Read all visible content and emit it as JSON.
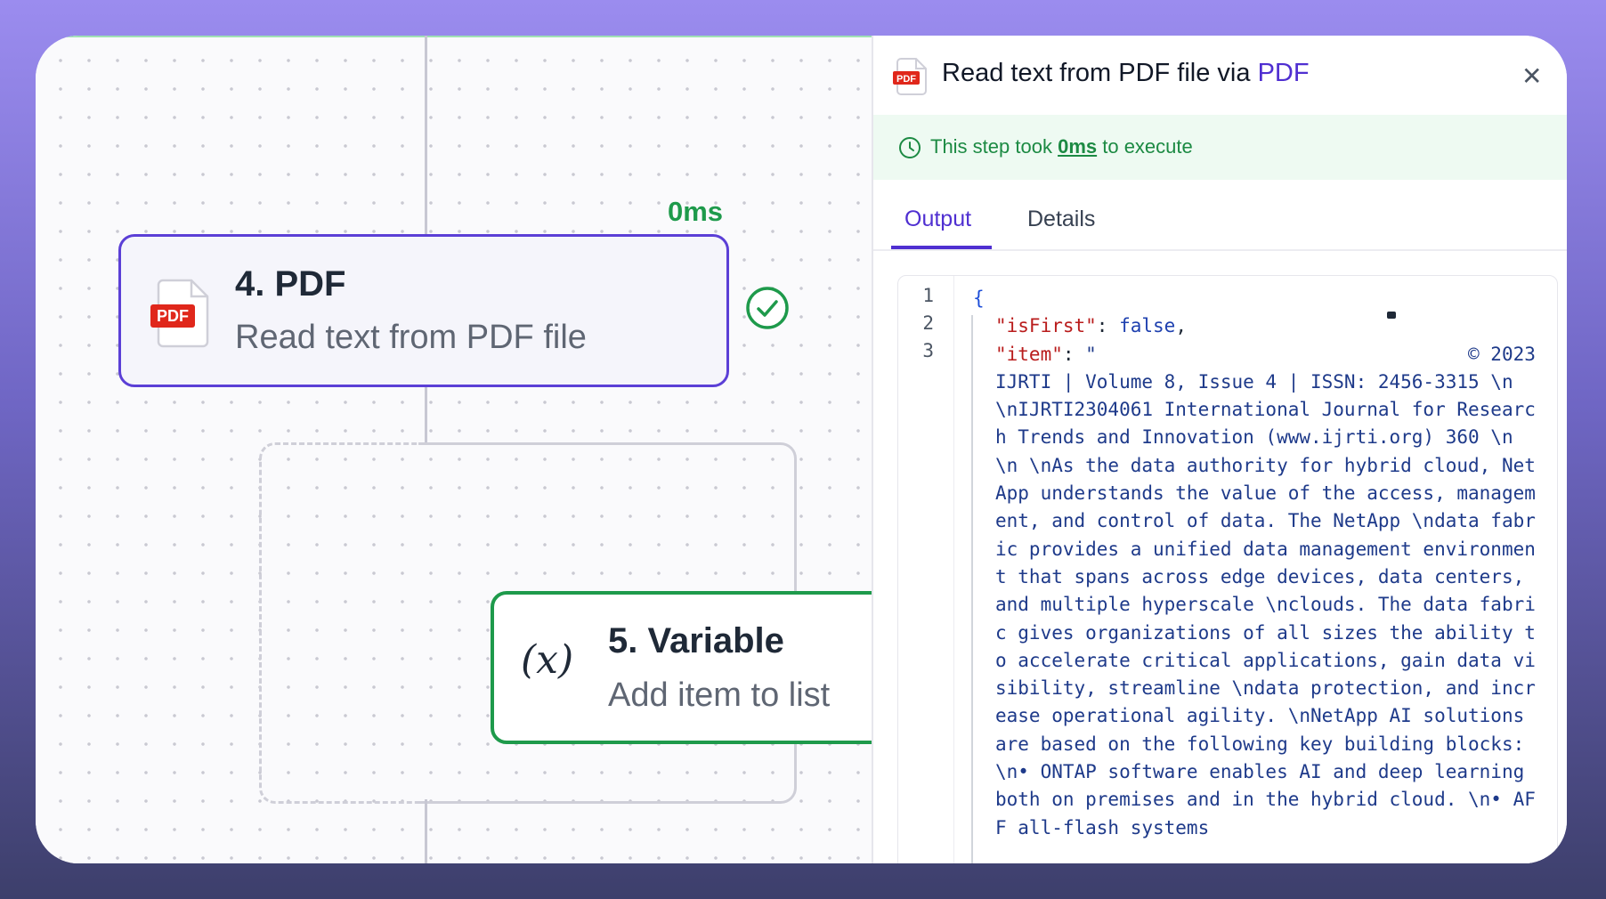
{
  "canvas": {
    "timing_label": "0ms",
    "node_pdf": {
      "title": "4. PDF",
      "subtitle": "Read text from PDF file",
      "badge": "PDF",
      "icon": "pdf-file-icon"
    },
    "node_variable": {
      "title": "5. Variable",
      "subtitle": "Add item to list",
      "icon_text": "(x)"
    },
    "status_icon": "check-circle-icon",
    "colors": {
      "pdf_border": "#5b3fd6",
      "variable_border": "#1e9a4b",
      "success": "#1e9a4b"
    }
  },
  "panel": {
    "title_prefix": "Read text from PDF file via ",
    "title_accent": "PDF",
    "header_badge": "PDF",
    "close_label": "✕",
    "exec": {
      "prefix": "This step took ",
      "value": "0ms",
      "suffix": " to execute"
    },
    "tabs": [
      {
        "label": "Output",
        "active": true
      },
      {
        "label": "Details",
        "active": false
      }
    ],
    "code": {
      "line_numbers": [
        "1",
        "2",
        "3"
      ],
      "open_brace": "{",
      "is_first_key": "\"isFirst\"",
      "is_first_value": "false",
      "item_key": "\"item\"",
      "item_value": "\"                                 © 2023 IJRTI | Volume 8, Issue 4 | ISSN: 2456-3315 \\n  \\nIJRTI2304061 International Journal for Research Trends and Innovation (www.ijrti.org) 360 \\n \\n \\nAs the data authority for hybrid cloud, NetApp understands the value of the access, management, and control of data. The NetApp \\ndata fabric provides a unified data management environment that spans across edge devices, data centers, and multiple hyperscale \\nclouds. The data fabric gives organizations of all sizes the ability to accelerate critical applications, gain data visibility, streamline \\ndata protection, and increase operational agility. \\nNetApp AI solutions are based on the following key building blocks: \\n• ONTAP software enables AI and deep learning both on premises and in the hybrid cloud. \\n• AFF all-flash systems"
    },
    "colors": {
      "accent": "#4f2fd1",
      "exec_bg": "#eefaf2",
      "exec_text": "#1c8a43"
    }
  }
}
